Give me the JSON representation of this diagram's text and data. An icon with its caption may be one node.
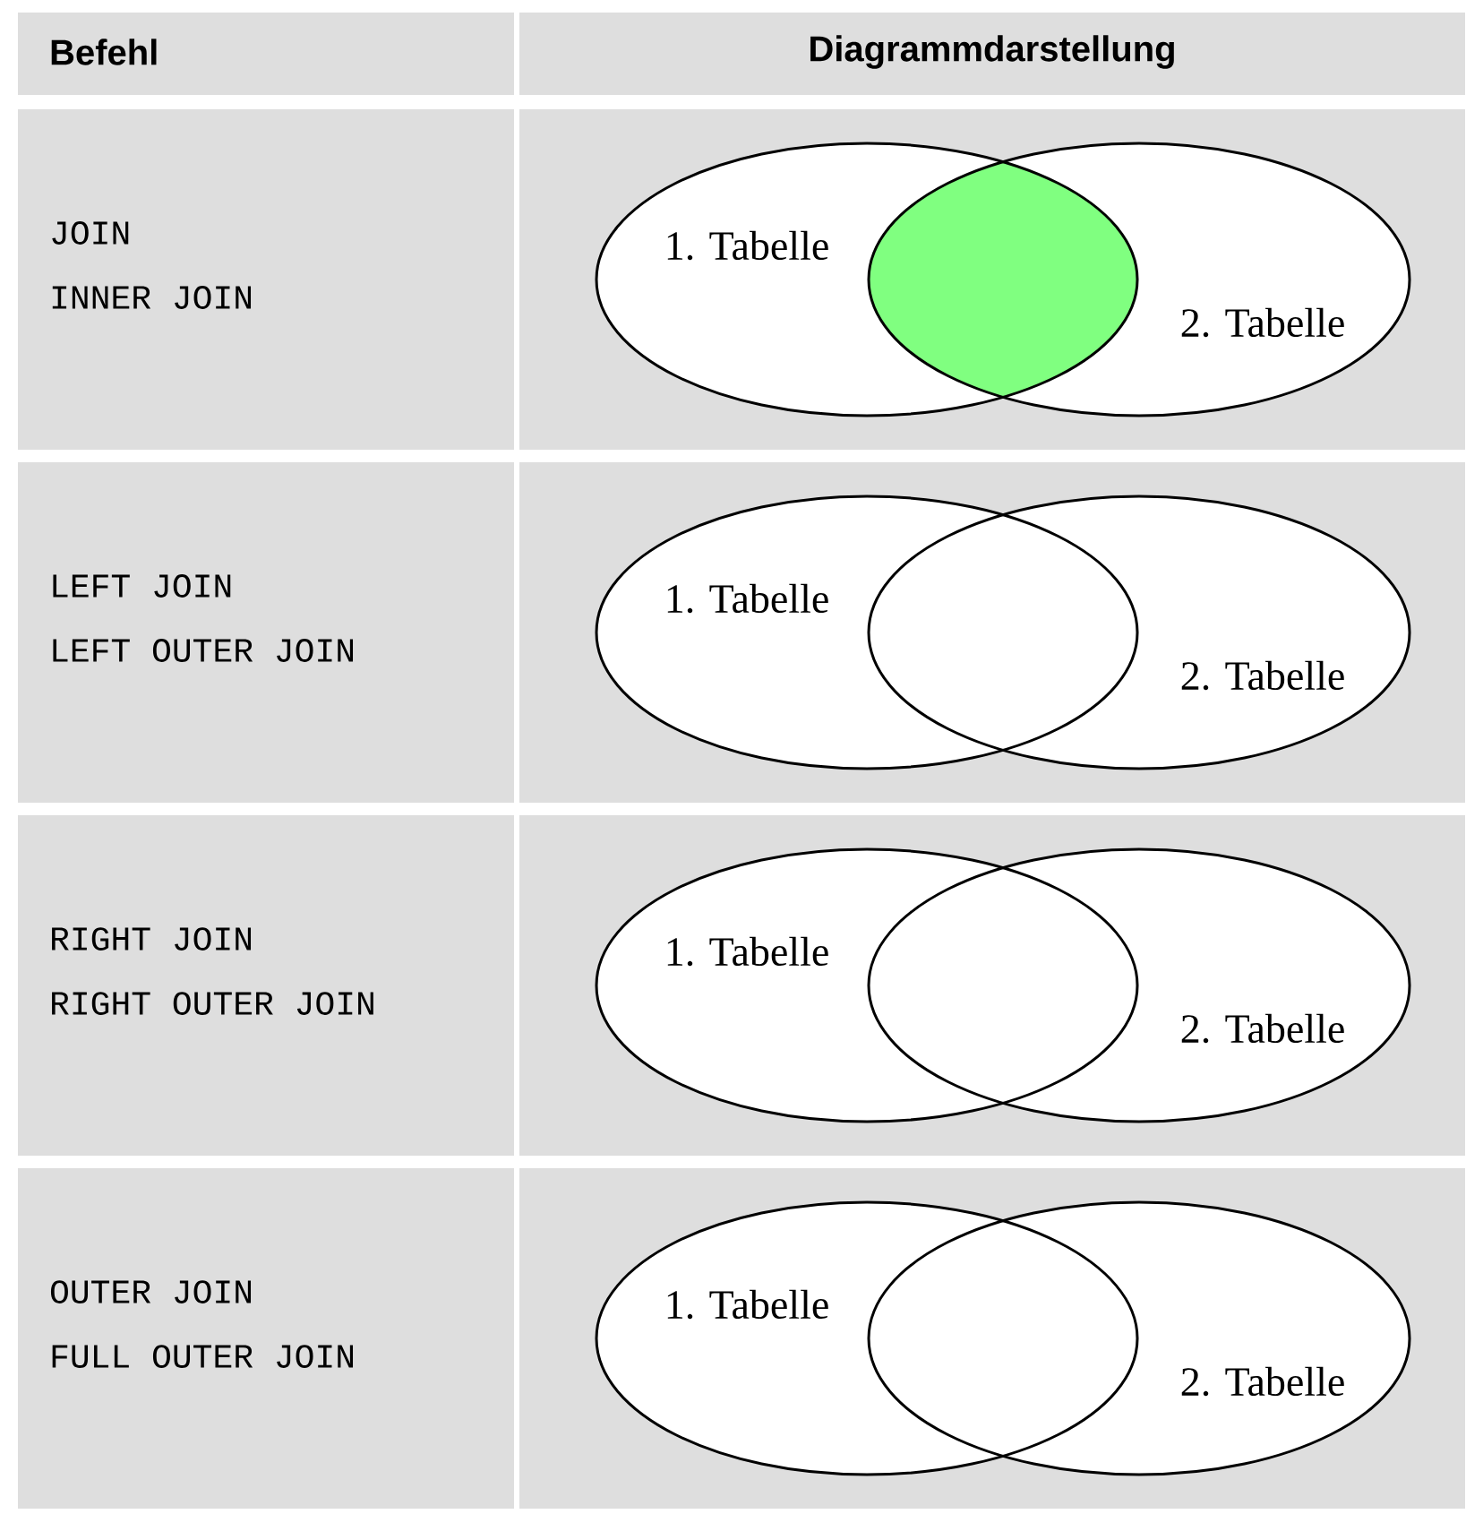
{
  "diagram": {
    "nodes": [
      {
        "text": [
          "1. Tabelle"
        ]
      },
      {
        "text": [],
        "shape": "lens"
      },
      {
        "text": [
          "2. Tabelle"
        ]
      },
      {
        "text": [
          "1. Tabelle"
        ]
      },
      {
        "text": [
          "2. Tabelle"
        ]
      },
      {
        "text": [
          "1. Tabelle"
        ]
      },
      {
        "text": [
          "2. Tabelle"
        ]
      },
      {
        "text": [
          "1. Tabelle"
        ]
      },
      {
        "text": [
          "2. Tabelle"
        ]
      }
    ],
    "edges": [],
    "labels": [
      "Befehl",
      "Diagrammdarstellung",
      "JOIN",
      "INNER JOIN",
      "LEFT JOIN",
      "LEFT OUTER JOIN",
      "RIGHT JOIN",
      "RIGHT OUTER JOIN",
      "OUTER JOIN",
      "FULL OUTER JOIN"
    ]
  }
}
